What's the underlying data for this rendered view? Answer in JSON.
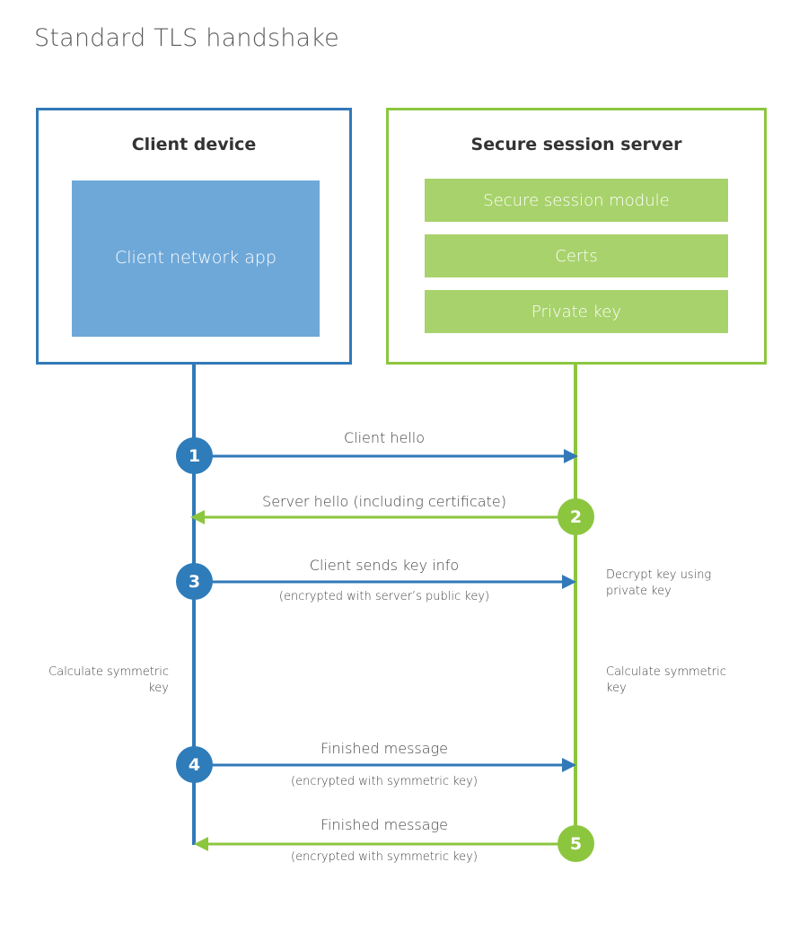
{
  "title": "Standard TLS handshake",
  "client": {
    "box_title": "Client device",
    "app_label": "Client network app",
    "border_color": "#3179b8",
    "app_fill_color": "#6ea8d8"
  },
  "server": {
    "box_title": "Secure session server",
    "border_color": "#8cc63f",
    "bar_fill_color": "#a8d26c",
    "components": [
      {
        "label": "Secure session module"
      },
      {
        "label": "Certs"
      },
      {
        "label": "Private key"
      }
    ]
  },
  "steps": [
    {
      "number": "1",
      "label": "Client hello",
      "sublabel": "",
      "direction": "client-to-server",
      "color": "#2e7cba"
    },
    {
      "number": "2",
      "label": "Server hello (including certificate)",
      "sublabel": "",
      "direction": "server-to-client",
      "color": "#8cc63f"
    },
    {
      "number": "3",
      "label": "Client sends key info",
      "sublabel": "(encrypted with server’s public key)",
      "direction": "client-to-server",
      "color": "#2e7cba"
    },
    {
      "number": "4",
      "label": "Finished message",
      "sublabel": "(encrypted with symmetric key)",
      "direction": "client-to-server",
      "color": "#2e7cba"
    },
    {
      "number": "5",
      "label": "Finished message",
      "sublabel": "(encrypted with symmetric key)",
      "direction": "server-to-client",
      "color": "#8cc63f"
    }
  ],
  "notes": {
    "server_decrypt": "Decrypt key using private key",
    "client_calculate": "Calculate symmetric key",
    "server_calculate": "Calculate symmetric key"
  }
}
